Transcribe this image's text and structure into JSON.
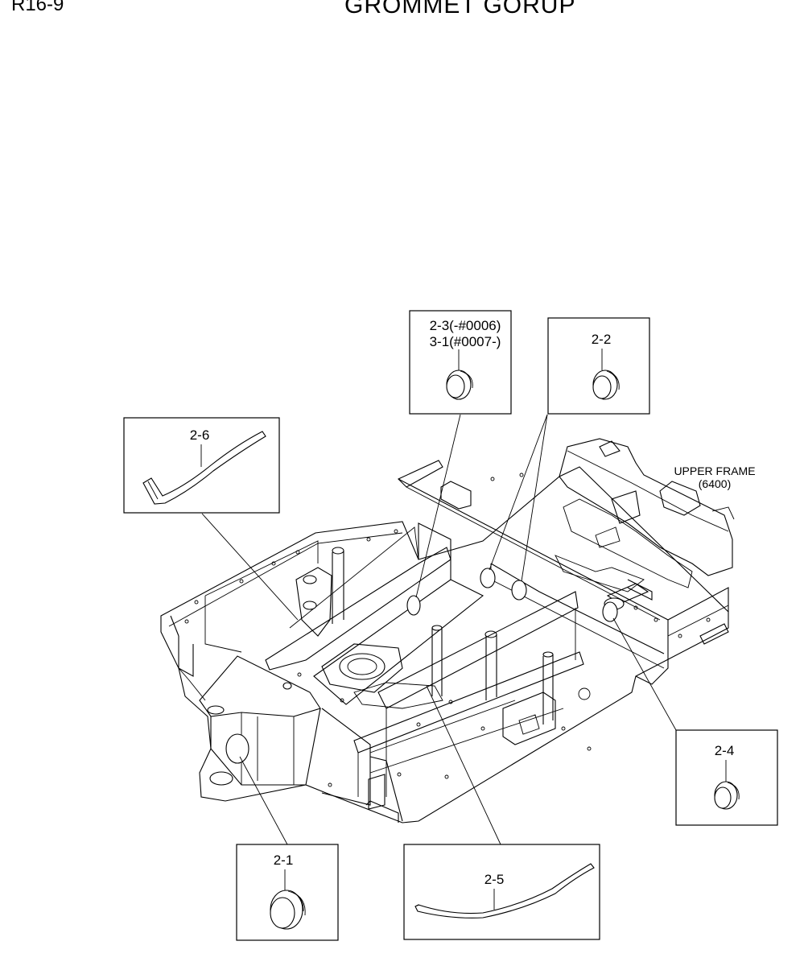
{
  "header": {
    "page_code": "R16-9",
    "title": "GROMMET GORUP"
  },
  "frame_label": {
    "line1": "UPPER FRAME",
    "line2": "(6400)"
  },
  "callouts": {
    "c23_line1": "2-3(-#0006)",
    "c23_line2": "3-1(#0007-)",
    "c22": "2-2",
    "c26": "2-6",
    "c24": "2-4",
    "c21": "2-1",
    "c25": "2-5"
  }
}
